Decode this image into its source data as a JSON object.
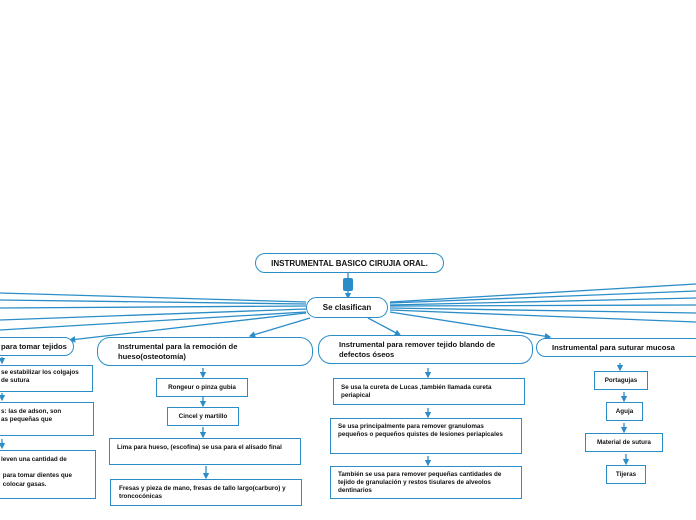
{
  "diagram": {
    "root": "INSTRUMENTAL BASICO CIRUJIA ORAL.",
    "connector": "Se clasifican",
    "branches": {
      "tomar": {
        "title": "para tomar tejidos",
        "items": [
          "se estabilizar los colgajos\nde sutura",
          "s: las de adson, son\nas pequeñas que",
          "leven una cantidad de\n\n para tomar dientes que\n colocar gasas."
        ]
      },
      "hueso": {
        "title": "Instrumental para la remoción de hueso(osteotomía)",
        "items": [
          "Rongeur o pinza gubia",
          "Cincel y martillo",
          "Lima para hueso, (escofina) se usa para el alisado final",
          "Fresas y pieza de mano, fresas de tallo largo(carburo) y troncocónicas"
        ]
      },
      "blando": {
        "title": "Instrumental para remover tejido blando de defectos óseos",
        "items": [
          "Se usa la cureta de Lucas ,también llamada cureta periapical",
          "Se usa principalmente  para remover granulomas pequeños o pequeños quistes de lesiones periapicales",
          "También se usa para remover pequeñas cantidades de tejido de granulación y restos tisulares de alveolos dentinarios"
        ]
      },
      "suturar": {
        "title": "Instrumental para suturar mucosa",
        "items": [
          "Portagujas",
          "Aguja",
          "Material de sutura",
          "Tijeras"
        ]
      }
    },
    "colors": {
      "line": "#2a8dc8",
      "text": "#111111",
      "background": "#ffffff"
    }
  }
}
